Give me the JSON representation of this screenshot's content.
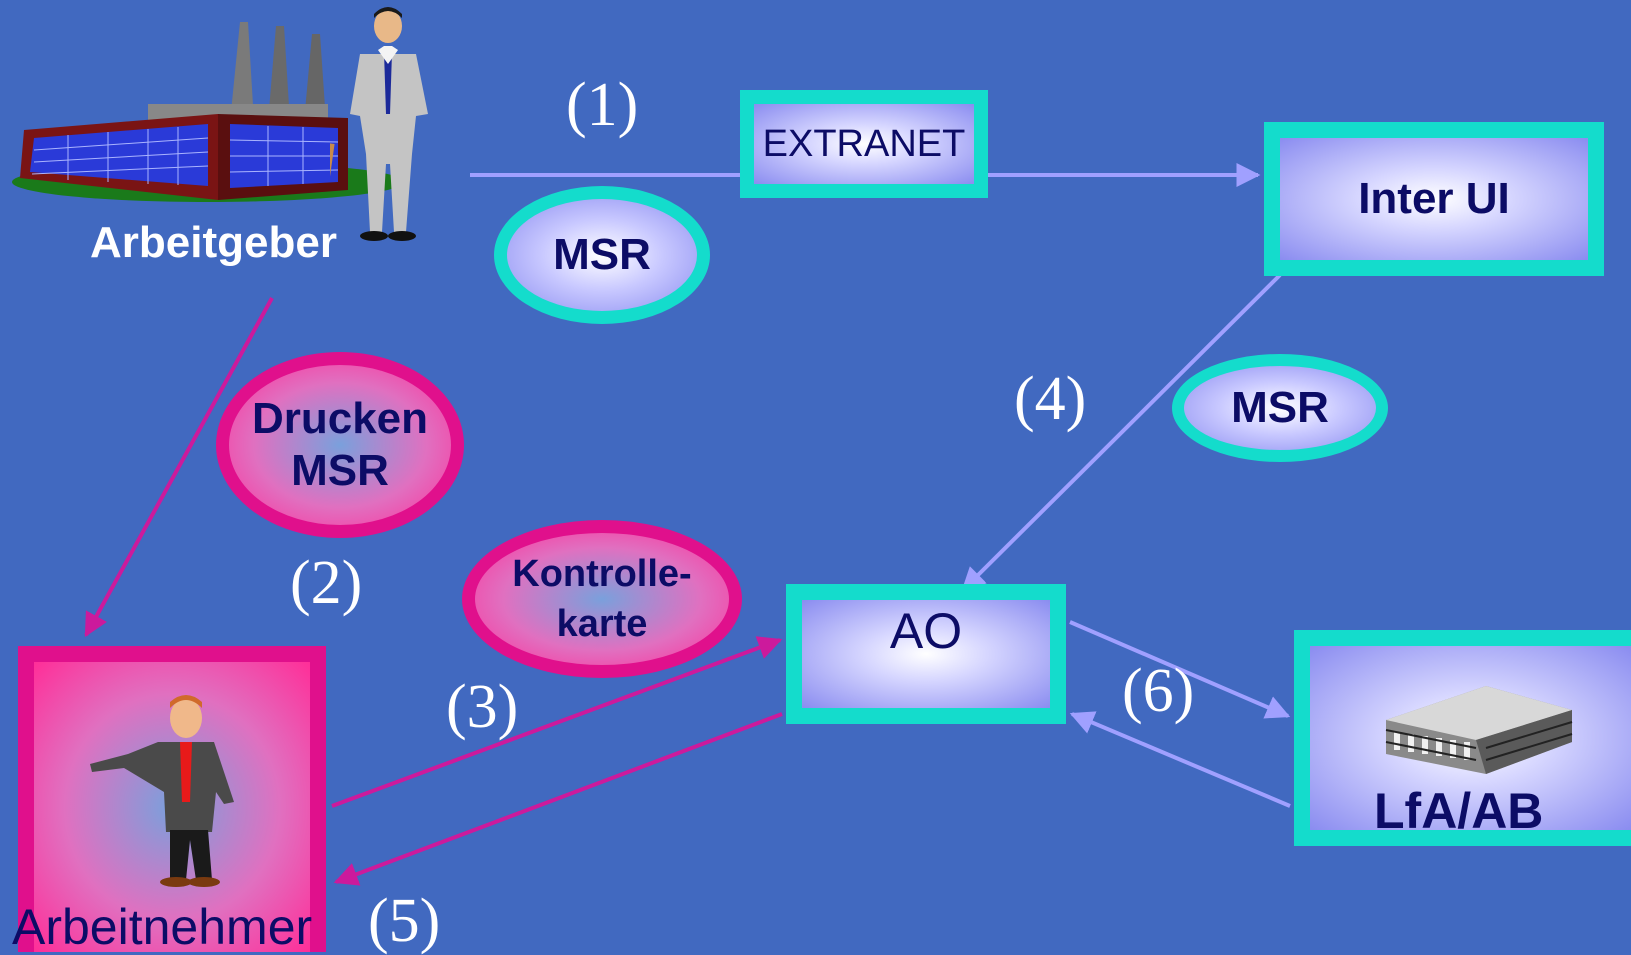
{
  "nodes": {
    "arbeitgeber": "Arbeitgeber",
    "extranet": "EXTRANET",
    "inter_ui": "Inter UI",
    "msr_top": "MSR",
    "msr_right": "MSR",
    "drucken_msr": [
      "Drucken",
      "MSR"
    ],
    "kontrollkarte": [
      "Kontrolle-",
      "karte"
    ],
    "ao": "AO",
    "lfa_ab": "LfA/AB",
    "arbeitnehmer": "Arbeitnehmer"
  },
  "steps": {
    "s1": "(1)",
    "s2": "(2)",
    "s3": "(3)",
    "s4": "(4)",
    "s5": "(5)",
    "s6": "(6)"
  },
  "colors": {
    "background": "#4169c0",
    "teal_border": "#14dccc",
    "pink_border": "#e0108c",
    "arrow_lavender": "#a0a0ff",
    "arrow_magenta": "#cc1a9c"
  }
}
